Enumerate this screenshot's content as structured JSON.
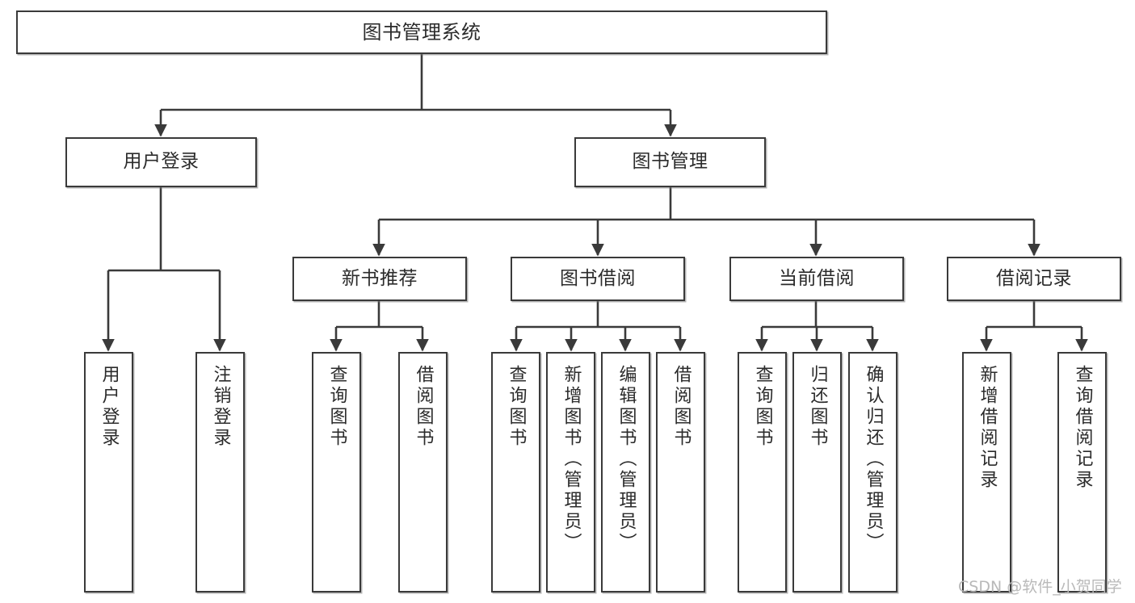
{
  "diagram": {
    "title": "图书管理系统",
    "type": "tree",
    "watermark": "CSDN @软件_小贺同学",
    "colors": {
      "stroke": "#3a3a3a",
      "fill": "#ffffff",
      "text": "#2b2b2b",
      "watermark": "#b9b9b9"
    },
    "root": {
      "label": "图书管理系统"
    },
    "level2": [
      {
        "id": "user-login",
        "label": "用户登录"
      },
      {
        "id": "book-management",
        "label": "图书管理"
      }
    ],
    "level3": [
      {
        "id": "new-book-recommend",
        "label": "新书推荐"
      },
      {
        "id": "book-borrow",
        "label": "图书借阅"
      },
      {
        "id": "current-borrow",
        "label": "当前借阅"
      },
      {
        "id": "borrow-record",
        "label": "借阅记录"
      }
    ],
    "leaves": {
      "user_login": [
        {
          "id": "leaf-user-login",
          "label": "用户登录"
        },
        {
          "id": "leaf-logout",
          "label": "注销登录"
        }
      ],
      "new_book_recommend": [
        {
          "id": "leaf-query-book-1",
          "label": "查询图书"
        },
        {
          "id": "leaf-borrow-book-1",
          "label": "借阅图书"
        }
      ],
      "book_borrow": [
        {
          "id": "leaf-query-book-2",
          "label": "查询图书"
        },
        {
          "id": "leaf-add-book",
          "label": "新增图书（管理员）"
        },
        {
          "id": "leaf-edit-book",
          "label": "编辑图书（管理员）"
        },
        {
          "id": "leaf-borrow-book-2",
          "label": "借阅图书"
        }
      ],
      "current_borrow": [
        {
          "id": "leaf-query-book-3",
          "label": "查询图书"
        },
        {
          "id": "leaf-return-book",
          "label": "归还图书"
        },
        {
          "id": "leaf-confirm-return",
          "label": "确认归还（管理员）"
        }
      ],
      "borrow_record": [
        {
          "id": "leaf-add-record",
          "label": "新增借阅记录"
        },
        {
          "id": "leaf-query-record",
          "label": "查询借阅记录"
        }
      ]
    }
  }
}
